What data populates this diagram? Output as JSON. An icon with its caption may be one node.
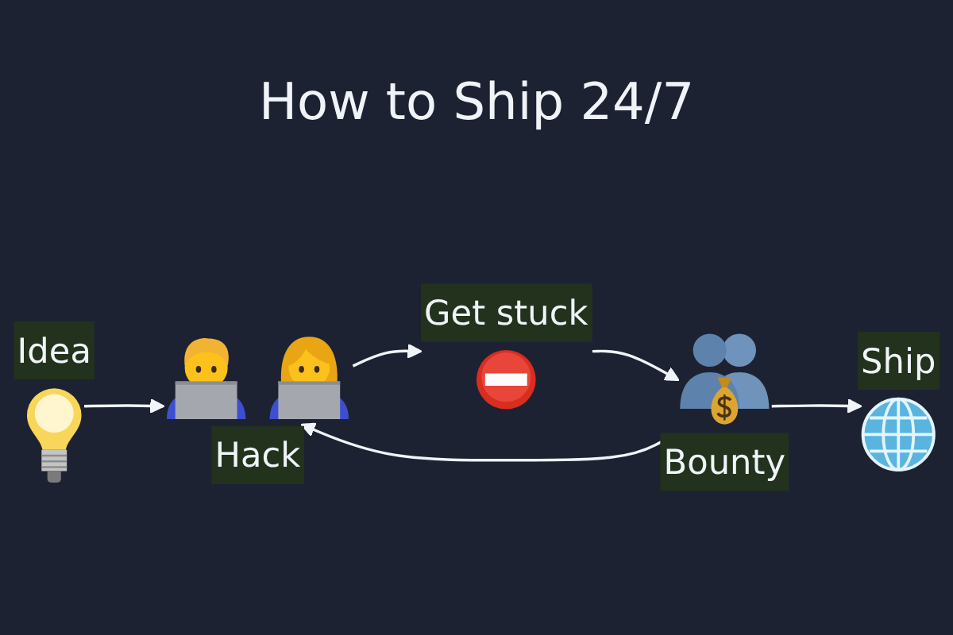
{
  "diagram": {
    "title": "How to Ship 24/7",
    "nodes": [
      {
        "text": [
          "Idea"
        ]
      },
      {
        "text": [
          "Hack"
        ]
      },
      {
        "text": [
          "Get stuck"
        ]
      },
      {
        "text": [
          "Bounty"
        ]
      },
      {
        "text": [
          "Ship"
        ]
      }
    ],
    "edges": [
      {
        "from": 0,
        "to": 1,
        "arrow": "to"
      },
      {
        "from": 1,
        "to": 2,
        "arrow": "to"
      },
      {
        "from": 2,
        "to": 3,
        "arrow": "to"
      },
      {
        "from": 3,
        "to": 4,
        "arrow": "to"
      },
      {
        "from": 3,
        "to": 1,
        "arrow": "to"
      }
    ]
  }
}
